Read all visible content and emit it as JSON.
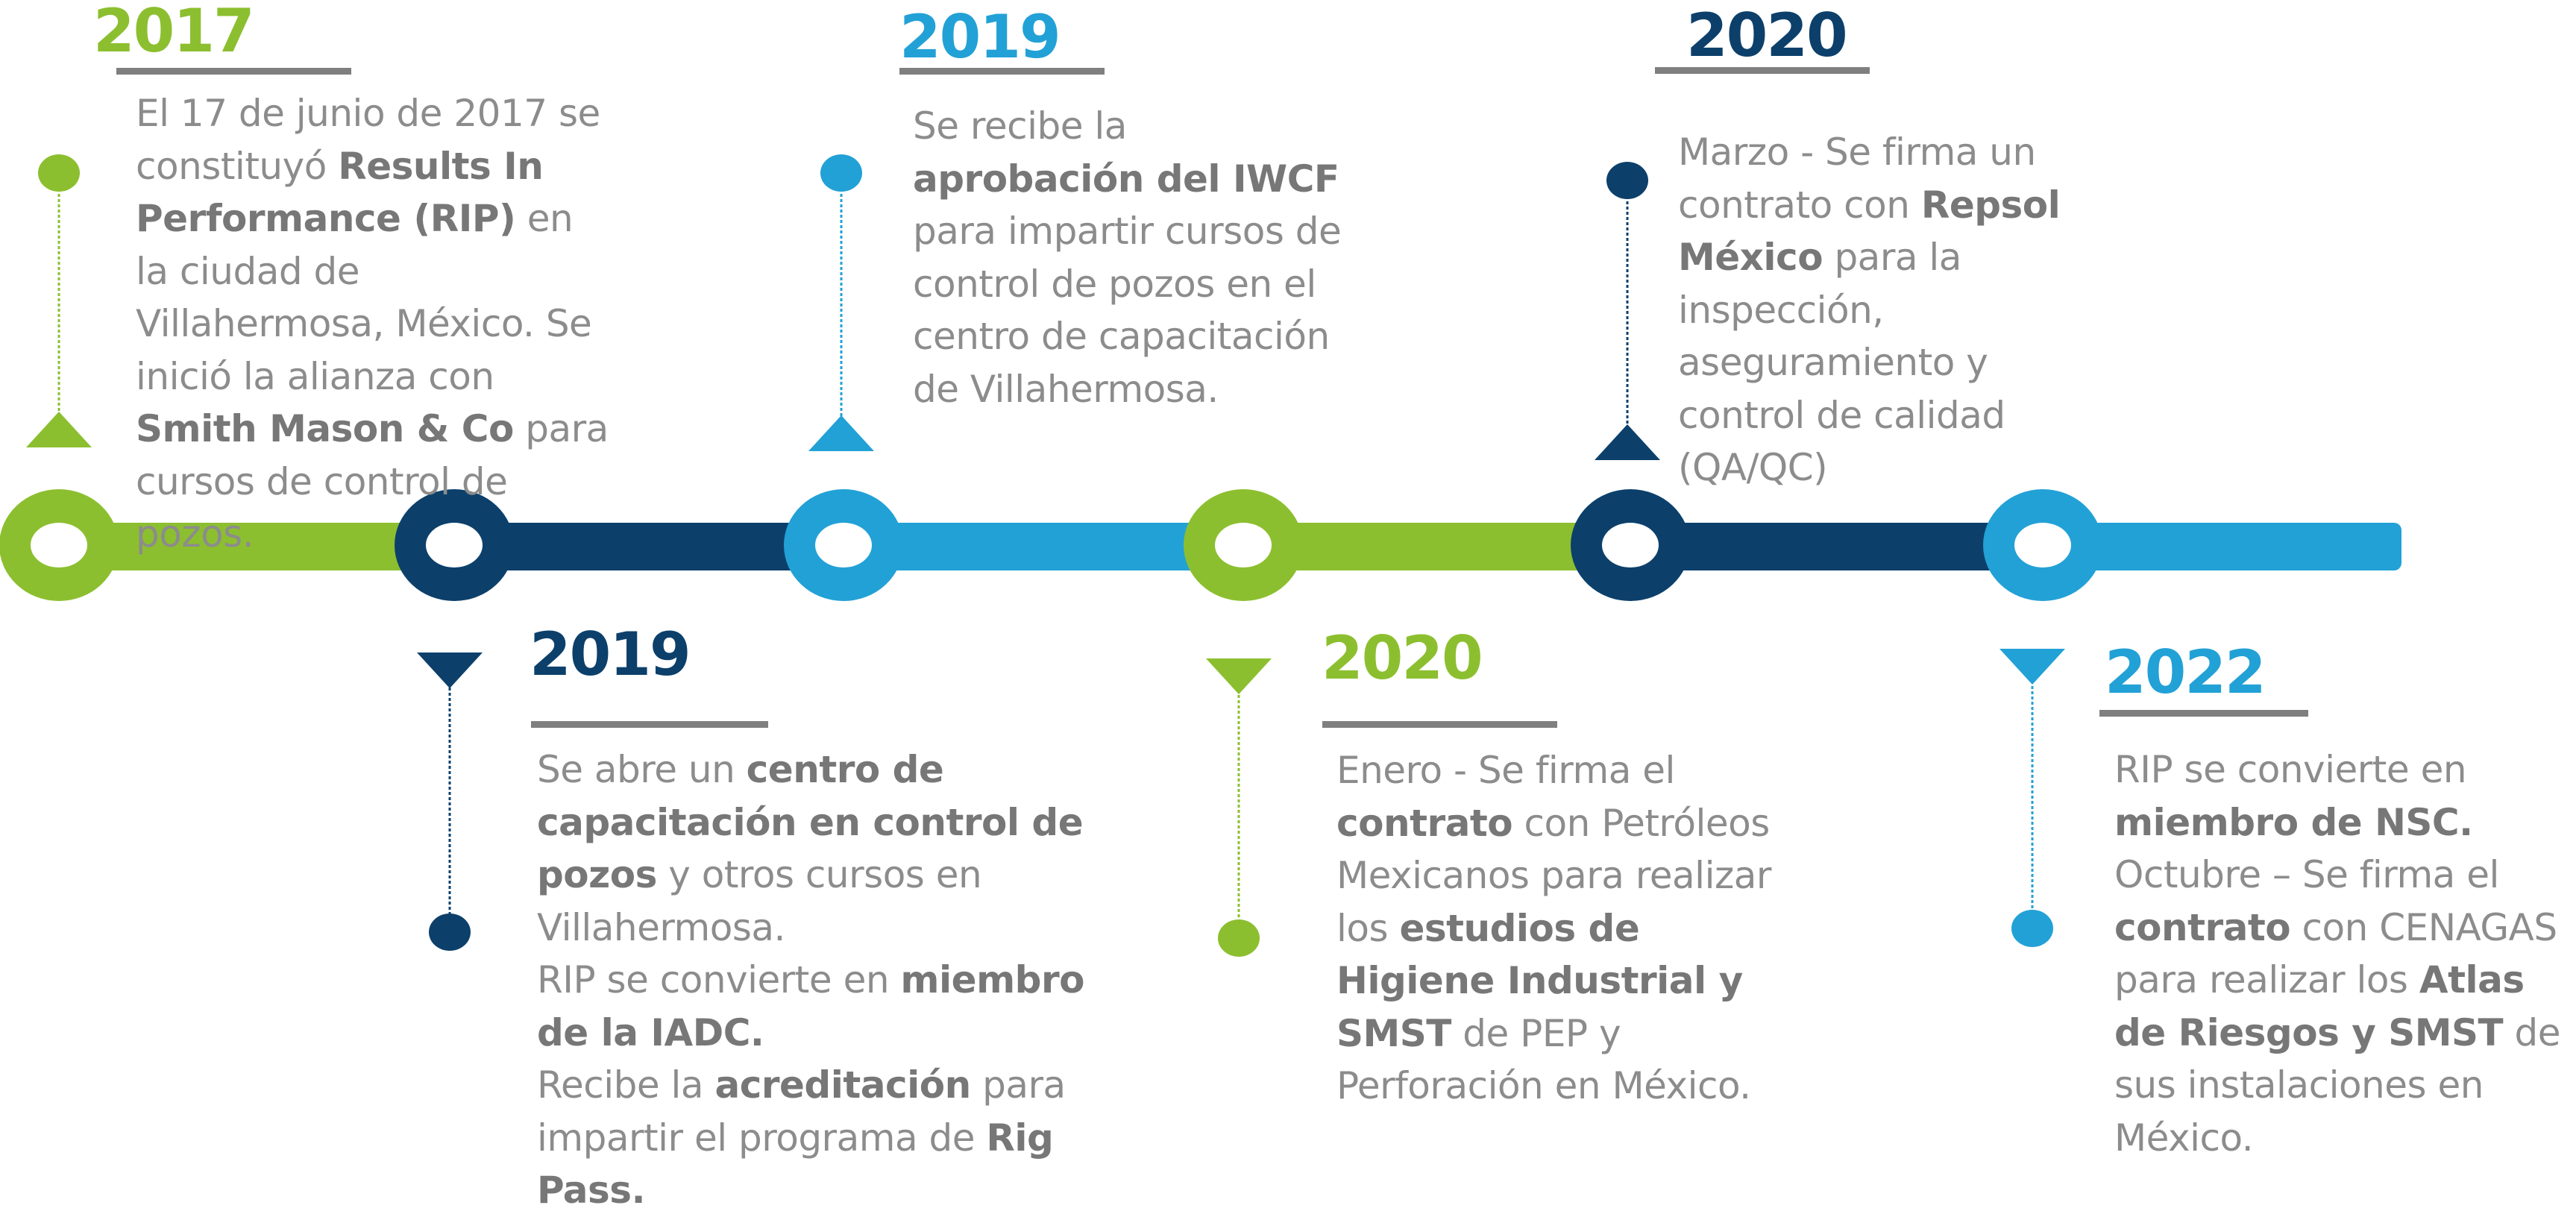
{
  "colors": {
    "green": "#8cbf2f",
    "dark_blue": "#0c406b",
    "light_blue": "#22a1d6",
    "text_gray": "#8c8c8c",
    "bold_gray": "#777777",
    "rule_gray": "#7f7f7f"
  },
  "milestones": [
    {
      "year": "2017",
      "color": "green",
      "position": "above",
      "paragraphs": [
        [
          {
            "t": "El 17 de junio de 2017 se constituyó "
          },
          {
            "t": "Results In Performance (RIP)",
            "b": true
          },
          {
            "t": " en la ciudad de Villahermosa, México. Se inició la alianza con "
          },
          {
            "t": "Smith Mason & Co",
            "b": true
          },
          {
            "t": " para cursos de control de pozos."
          }
        ]
      ]
    },
    {
      "year": "2019",
      "color": "dark_blue",
      "position": "below",
      "paragraphs": [
        [
          {
            "t": "Se abre un "
          },
          {
            "t": "centro de capacitación en control de pozos",
            "b": true
          },
          {
            "t": " y otros cursos en Villahermosa."
          }
        ],
        [
          {
            "t": "RIP se convierte en "
          },
          {
            "t": "miembro de la IADC.",
            "b": true
          }
        ],
        [
          {
            "t": "Recibe la "
          },
          {
            "t": "acreditación",
            "b": true
          },
          {
            "t": " para impartir el programa de "
          },
          {
            "t": "Rig Pass.",
            "b": true
          }
        ]
      ]
    },
    {
      "year": "2019",
      "color": "light_blue",
      "position": "above",
      "paragraphs": [
        [
          {
            "t": "Se recibe la "
          },
          {
            "t": "aprobación del IWCF",
            "b": true
          },
          {
            "t": " para impartir cursos de control de pozos en el centro de capacitación de Villahermosa."
          }
        ]
      ]
    },
    {
      "year": "2020",
      "color": "green",
      "position": "below",
      "paragraphs": [
        [
          {
            "t": "Enero - Se firma el "
          },
          {
            "t": "contrato",
            "b": true
          },
          {
            "t": " con Petróleos Mexicanos para realizar los "
          },
          {
            "t": "estudios de Higiene Industrial y SMST",
            "b": true
          },
          {
            "t": " de PEP y Perforación en México."
          }
        ]
      ]
    },
    {
      "year": "2020",
      "color": "dark_blue",
      "position": "above",
      "paragraphs": [
        [
          {
            "t": "Marzo - Se firma un contrato con "
          },
          {
            "t": "Repsol México",
            "b": true
          },
          {
            "t": " para la inspección, aseguramiento y control de calidad (QA/QC)"
          }
        ]
      ]
    },
    {
      "year": "2022",
      "color": "light_blue",
      "position": "below",
      "paragraphs": [
        [
          {
            "t": "RIP se convierte en "
          },
          {
            "t": "miembro de NSC.",
            "b": true
          }
        ],
        [
          {
            "t": "Octubre – Se firma el "
          },
          {
            "t": "contrato",
            "b": true
          },
          {
            "t": " con CENAGAS para realizar los "
          },
          {
            "t": "Atlas de Riesgos y SMST",
            "b": true
          },
          {
            "t": " de sus instalaciones en México."
          }
        ]
      ]
    }
  ]
}
